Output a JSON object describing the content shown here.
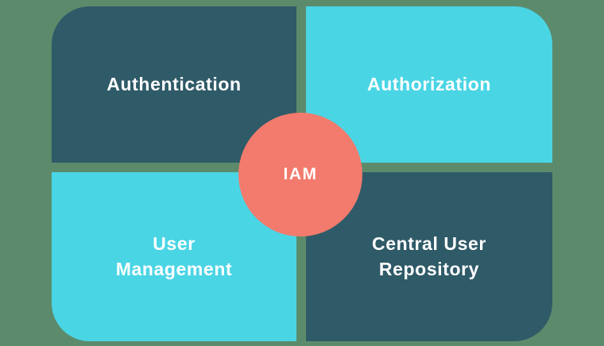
{
  "diagram": {
    "center": {
      "label": "IAM"
    },
    "quadrants": [
      {
        "id": "authentication",
        "label": "Authentication",
        "position": "top-left",
        "color": "#2f5a68"
      },
      {
        "id": "authorization",
        "label": "Authorization",
        "position": "top-right",
        "color": "#4ad5e5"
      },
      {
        "id": "user-management",
        "label": "User\nManagement",
        "position": "bottom-left",
        "color": "#4ad5e5"
      },
      {
        "id": "central-user-repository",
        "label": "Central User\nRepository",
        "position": "bottom-right",
        "color": "#2f5a68"
      }
    ]
  },
  "colors": {
    "bg": "#5c8b6c",
    "dark": "#2f5a68",
    "cyan": "#4ad5e5",
    "coral": "#f27b6d",
    "text": "#ffffff"
  }
}
